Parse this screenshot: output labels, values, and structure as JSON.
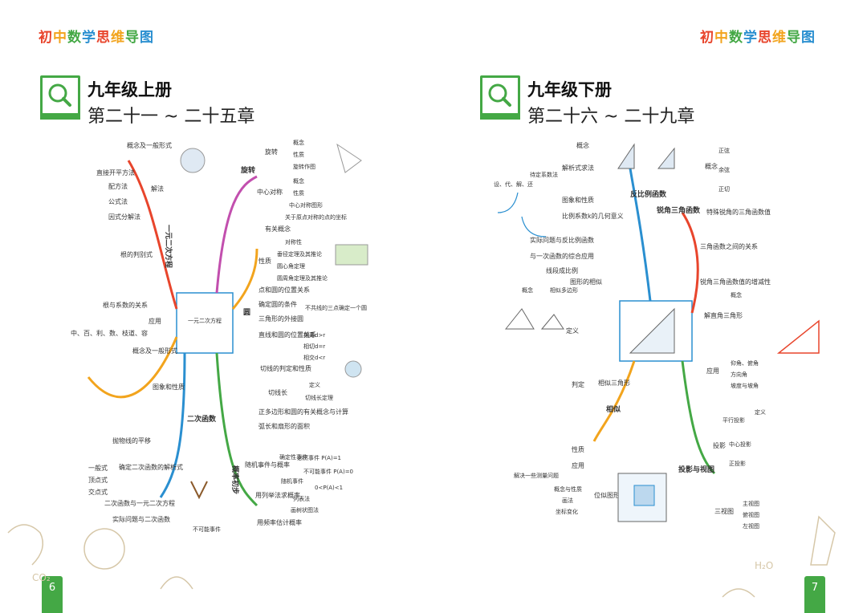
{
  "brand": {
    "title": "初中数学思维导图",
    "colors": [
      "#e8452c",
      "#f2a41d",
      "#44a845",
      "#2a8fd0",
      "#e8452c",
      "#f2a41d",
      "#44a845",
      "#2a8fd0"
    ]
  },
  "accent": "#44a845",
  "left_page": {
    "grade": "九年级上册",
    "chapter": "第二十一 ~ 二十五章",
    "page_number": "6",
    "icon": "magnifier-icon",
    "branches": {
      "quadratic_equation": "一元二次方程",
      "quadratic_function": "二次函数",
      "rotation": "旋转",
      "circle": "圆",
      "probability": "概率初步"
    },
    "nodes": {
      "eq_def": "概念及一般形式",
      "direct_sqrt": "直接开平方法",
      "complete_square": "配方法",
      "formula": "公式法",
      "factorization": "因式分解法",
      "solve": "解法",
      "discriminant": "根的判别式",
      "vieta": "根与系数的关系",
      "application": "应用",
      "app_text": "中、百、利、数、枝道、容",
      "fn_def": "概念及一般形式",
      "graph": "图象和性质",
      "parabola_shift": "抛物线的平移",
      "expression": "确定二次函数的解析式",
      "general": "一般式",
      "vertex": "顶点式",
      "intercept": "交点式",
      "fn_eq": "二次函数与一元二次方程",
      "fn_app": "实际问题与二次函数",
      "rot_branch": "旋转",
      "rot_concept": "概念",
      "rot_prop": "性质",
      "rot_draw": "旋转作图",
      "central_sym": "中心对称",
      "cs_concept": "概念",
      "cs_prop": "性质",
      "cs_graph": "中心对称图形",
      "cs_point": "关于原点对称的点的坐标",
      "circle_concepts": "有关概念",
      "symmetry": "对称性",
      "chord_theorem": "垂径定理及其推论",
      "central_angle": "圆心角定理",
      "inscribed_angle": "圆周角定理及其推论",
      "prop": "性质",
      "point_circle": "点和圆的位置关系",
      "determine_circle": "确定圆的条件",
      "three_points": "不共线的三点确定一个圆",
      "circumcircle": "三角形的外接圆",
      "line_circle": "直线和圆的位置关系",
      "separate": "相离d>r",
      "tangent_rel": "相切d=r",
      "intersect": "相交d<r",
      "tangent_judge": "切线的判定和性质",
      "tangent_len": "切线长",
      "tl_def": "定义",
      "tl_thm": "切线长定理",
      "polygon": "正多边形和圆的有关概念与计算",
      "arc_sector": "弧长和扇形的面积",
      "random_event": "随机事件与概率",
      "certain": "确定性事件",
      "must": "必然事件 P(A)=1",
      "impossible": "不可能事件 P(A)=0",
      "random": "随机事件",
      "rand_range": "0<P(A)<1",
      "list_tree": "用列举法求概率",
      "list": "列表法",
      "tree": "画树状图法",
      "freq": "用频率估计概率",
      "center_note": "一元二次方程",
      "not_certain": "不可能事件"
    }
  },
  "right_page": {
    "grade": "九年级下册",
    "chapter": "第二十六 ~ 二十九章",
    "page_number": "7",
    "icon": "magnifier-icon",
    "branches": {
      "inverse": "反比例函数",
      "similar": "相似",
      "trig": "锐角三角函数",
      "projection": "投影与视图"
    },
    "nodes": {
      "inv_concept": "概念",
      "inv_form": "解析式求法",
      "inv_k": "待定系数法",
      "inv_steps": "设、代、解、还",
      "inv_graph": "图象和性质",
      "inv_k_meaning": "比例系数k的几何意义",
      "inv_app": "实际问题与反比例函数",
      "inv_linear": "与一次函数的综合应用",
      "proportion": "线段成比例",
      "sim_shape": "图形的相似",
      "sim_concept": "概念",
      "sim_polygon": "相似多边形",
      "sim_def": "定义",
      "sim_judge": "判定",
      "sim_tri": "相似三角形",
      "sim_prop": "性质",
      "sim_app": "应用",
      "sim_app_text": "解决一些测量问题",
      "homothety": "位似图形",
      "homo_concept": "概念与性质",
      "homo_draw": "画法",
      "homo_coord": "坐标变化",
      "trig_def": "概念",
      "sin": "正弦",
      "cos": "余弦",
      "tan": "正切",
      "special": "特殊锐角的三角函数值",
      "relation": "三角函数之间的关系",
      "monotone": "锐角三角函数值的增减性",
      "solve_tri": "解直角三角形",
      "elev": "仰角、俯角",
      "slope": "坡度与坡角",
      "direction": "方向角",
      "app": "应用",
      "proj": "投影",
      "central": "中心投影",
      "parallel": "平行投影",
      "orth": "正投影",
      "views": "三视图",
      "front": "主视图",
      "left": "左视图",
      "top": "俯视图",
      "concept": "概念",
      "definition": "定义"
    }
  }
}
